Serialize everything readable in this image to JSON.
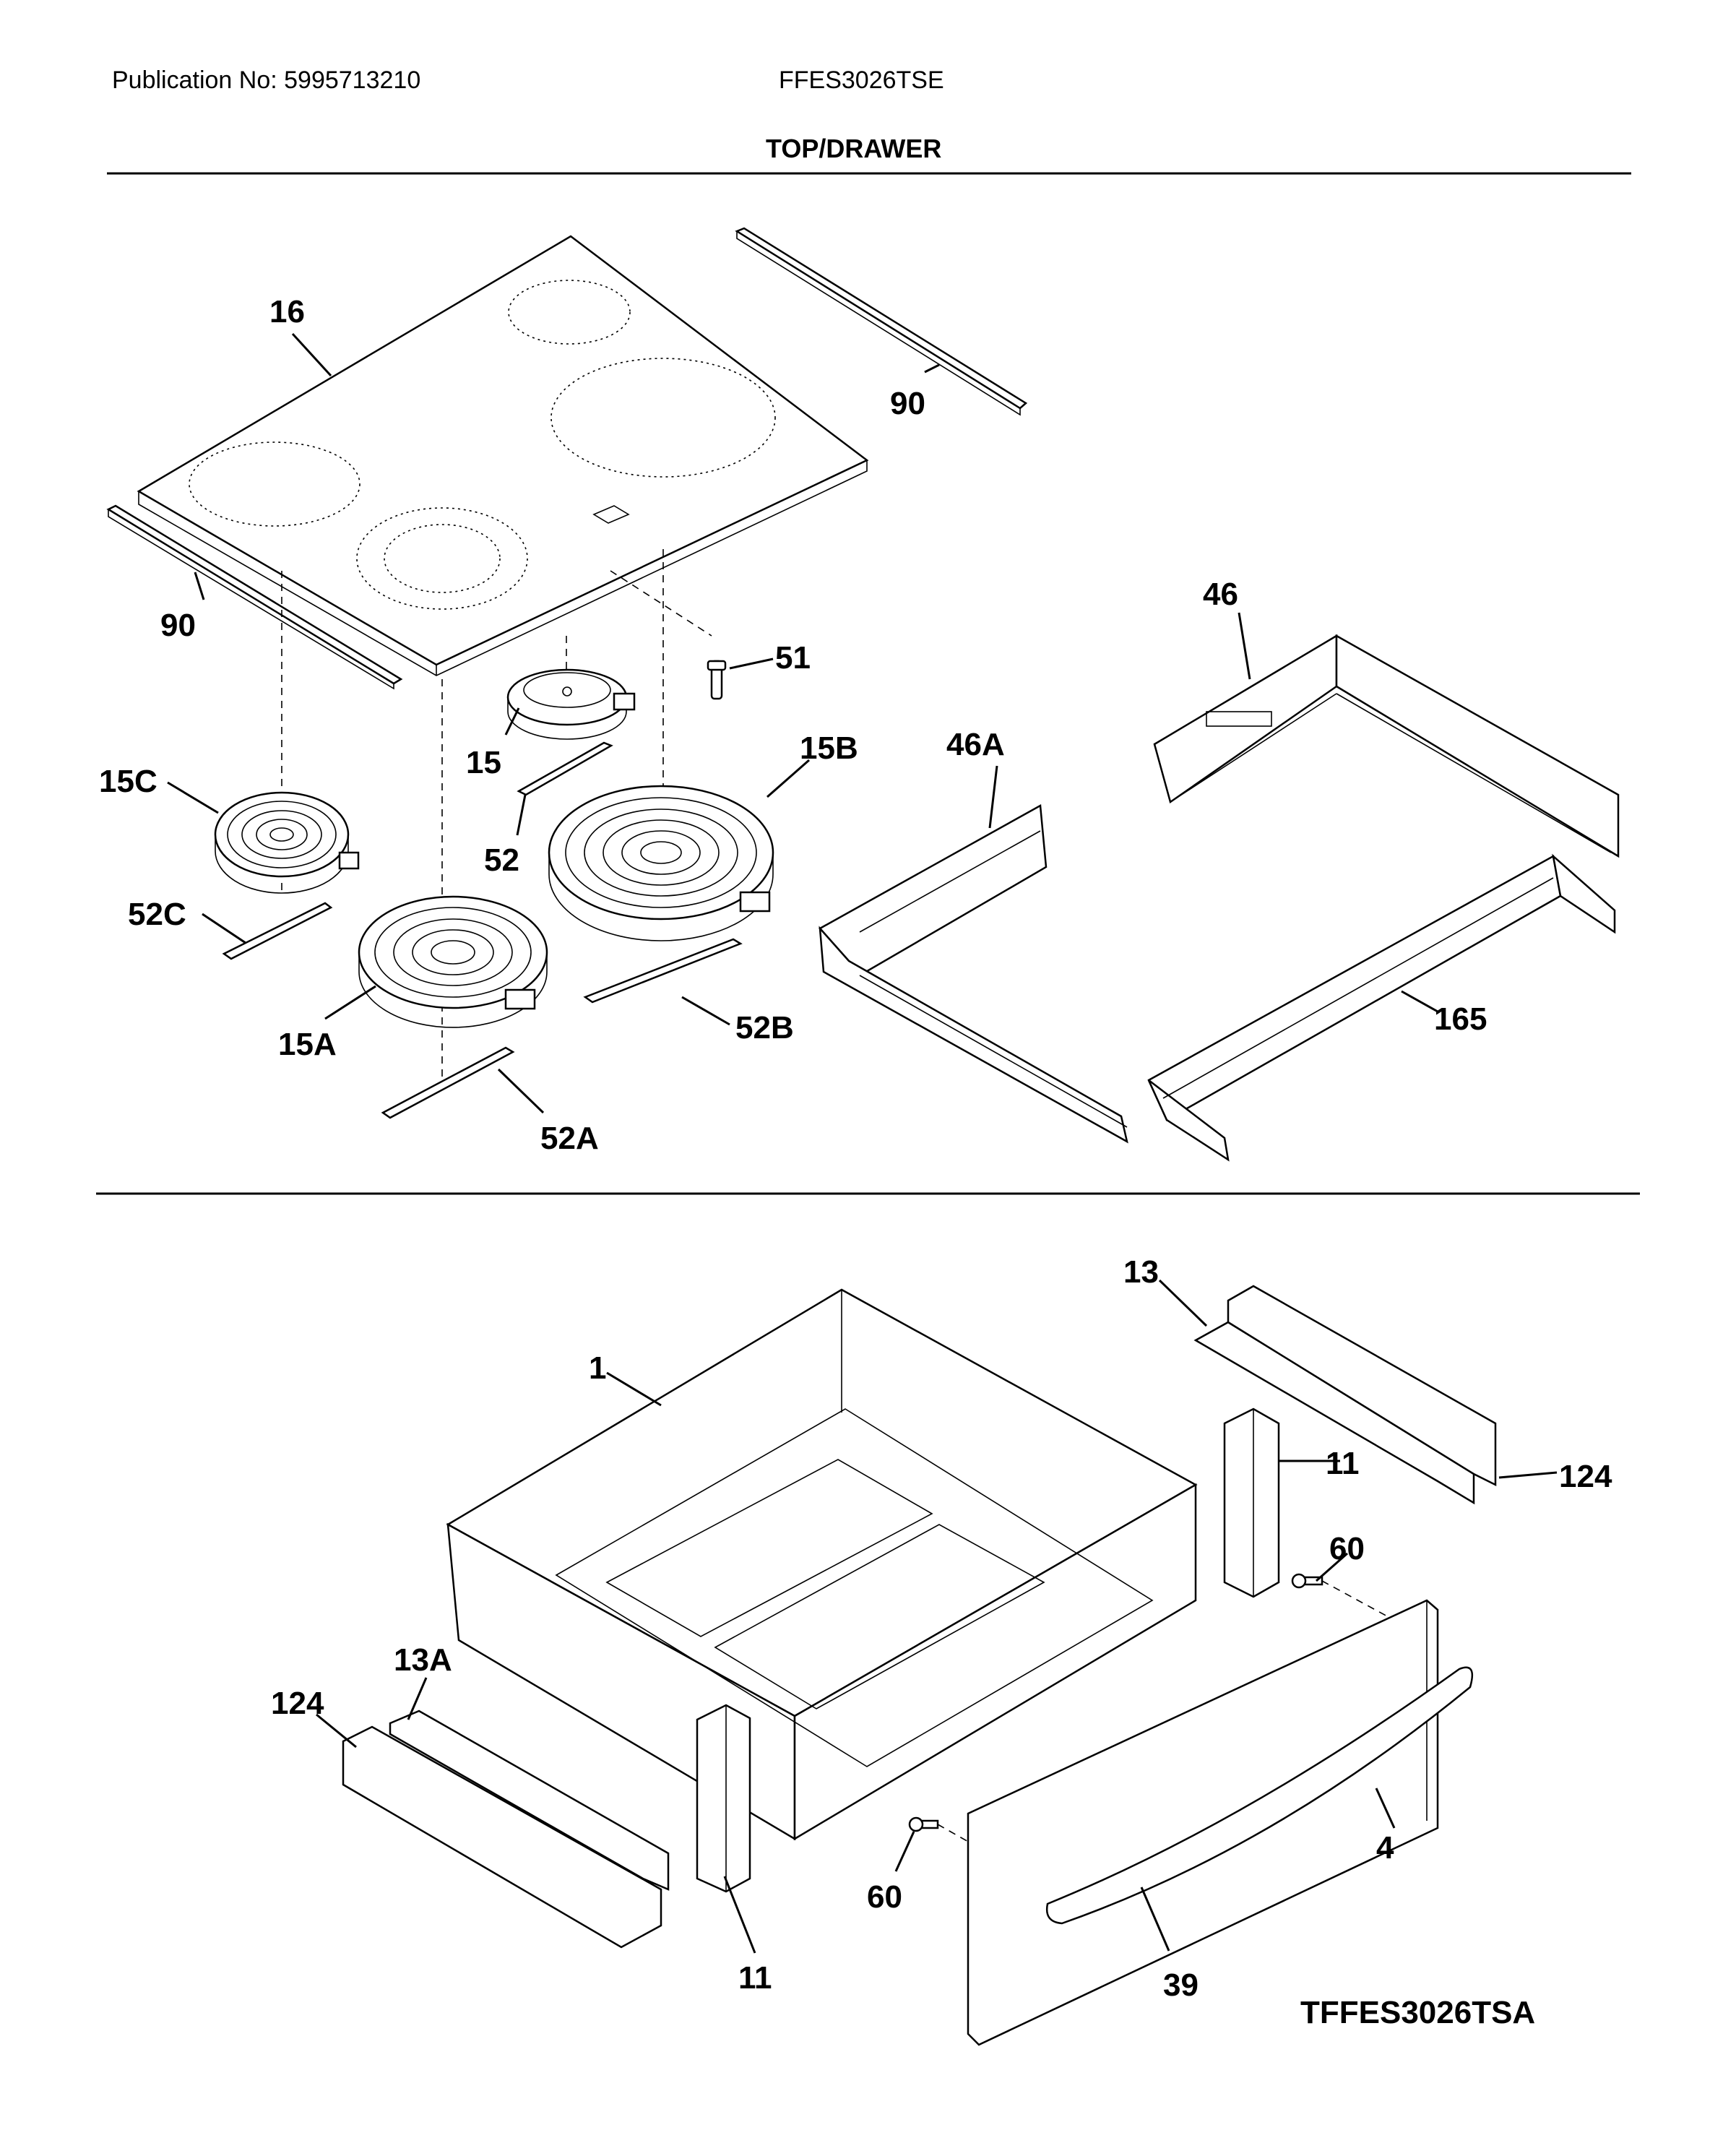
{
  "header": {
    "publication": "Publication No: 5995713210",
    "model": "FFES3026TSE",
    "section_title": "TOP/DRAWER"
  },
  "callouts": {
    "c16": "16",
    "c90a": "90",
    "c90b": "90",
    "c51": "51",
    "c15": "15",
    "c15b": "15B",
    "c15c": "15C",
    "c52": "52",
    "c52c": "52C",
    "c15a": "15A",
    "c52b": "52B",
    "c52a": "52A",
    "c46": "46",
    "c46a": "46A",
    "c165": "165",
    "c1": "1",
    "c13": "13",
    "c11a": "11",
    "c124a": "124",
    "c60a": "60",
    "c13a": "13A",
    "c124b": "124",
    "c4": "4",
    "c60b": "60",
    "c11b": "11",
    "c39": "39"
  },
  "figure_id": "TFFES3026TSA"
}
